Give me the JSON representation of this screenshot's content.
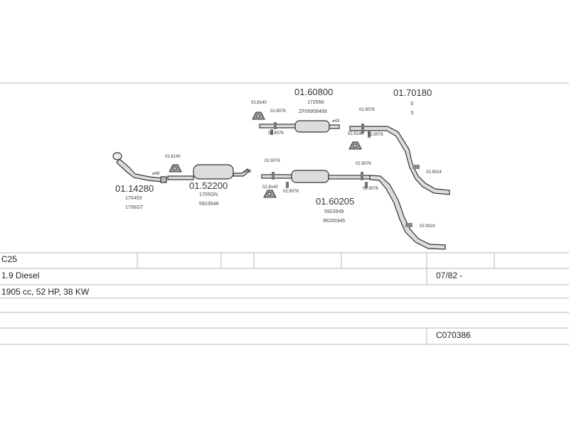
{
  "parts": {
    "front_pipe": {
      "number": "01.14280",
      "refs": [
        "170453",
        "1706GT"
      ],
      "size": "⌀48"
    },
    "middle_muffler": {
      "number": "01.52200",
      "refs": [
        "1705GN",
        "5923548"
      ],
      "size": "⌀45"
    },
    "upper_center_muffler": {
      "number": "01.60800",
      "refs": [
        "172566",
        "ZF09958499"
      ],
      "size": "⌀43"
    },
    "lower_center_muffler": {
      "number": "01.60205",
      "refs": [
        "5923549",
        "96200345"
      ]
    },
    "tail_pipe": {
      "number": "01.70180",
      "refs": [
        "S",
        "S"
      ]
    }
  },
  "fittings": {
    "hanger": "02.8140",
    "clamp": "02.9076",
    "tail_bracket": "02.9024"
  },
  "vehicle": {
    "model": "C25",
    "engine": "1.9 Diesel",
    "period": "07/82 -",
    "specs": "1905 cc, 52 HP, 38 KW",
    "code": "C070386"
  }
}
